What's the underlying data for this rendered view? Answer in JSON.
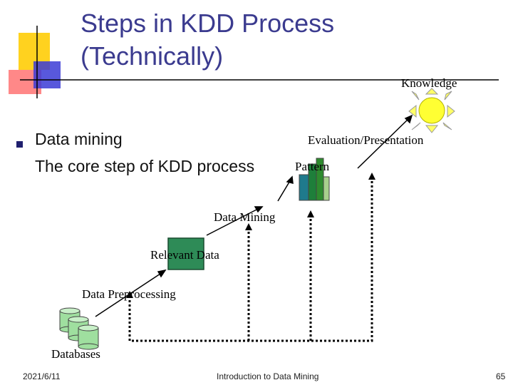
{
  "title": {
    "line1": "Steps in KDD Process",
    "line2": "(Technically)"
  },
  "bullet": {
    "heading": "Data mining",
    "subtext": "The core step of KDD process"
  },
  "diagram": {
    "knowledge": "Knowledge",
    "evaluation": "Evaluation/Presentation",
    "pattern": "Pattern",
    "data_mining": "Data Mining",
    "relevant_data": "Relevant Data",
    "preprocessing": "Data Preprocessing",
    "databases": "Databases"
  },
  "footer": {
    "date": "2021/6/11",
    "center": "Introduction to Data Mining",
    "page": "65"
  },
  "colors": {
    "title": "#3b3b8f",
    "sun": "#ffff33",
    "relevant_box": "#2e8b57",
    "cylinder": "#9fdf9f",
    "deco_yellow": "#ffd21f",
    "deco_red": "#ff6a6a",
    "deco_blue": "#3b3bd6"
  }
}
